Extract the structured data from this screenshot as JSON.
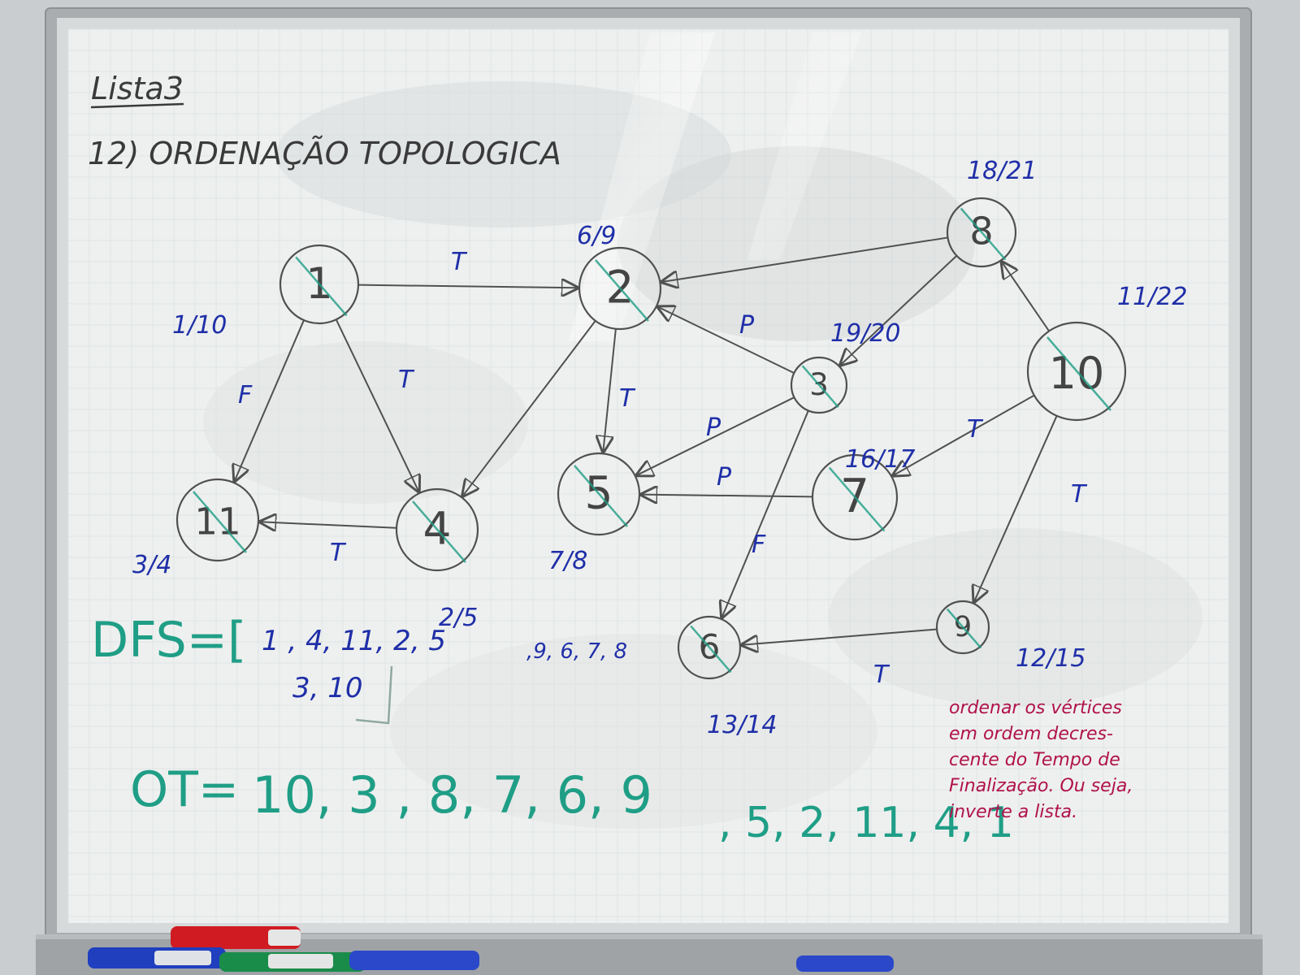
{
  "board": {
    "list_title": "Lista3",
    "heading": "12) ORDENAÇÃO TOPOLOGICA"
  },
  "colors": {
    "frame": "#a9adb0",
    "board": "#eef0ef",
    "graphite": "#505050",
    "blue_ink": "#1f2fa8",
    "teal_ink": "#1f9e86",
    "magenta_ink": "#b0124a"
  },
  "nodes": [
    {
      "id": "1",
      "label": "1",
      "times": "1/10"
    },
    {
      "id": "2",
      "label": "2",
      "times": "6/9"
    },
    {
      "id": "3",
      "label": "3",
      "times": "19/20"
    },
    {
      "id": "4",
      "label": "4",
      "times": "2/5"
    },
    {
      "id": "5",
      "label": "5",
      "times": "7/8"
    },
    {
      "id": "6",
      "label": "6",
      "times": "13/14"
    },
    {
      "id": "7",
      "label": "7",
      "times": "16/17"
    },
    {
      "id": "8",
      "label": "8",
      "times": "18/21"
    },
    {
      "id": "9",
      "label": "9",
      "times": "12/15"
    },
    {
      "id": "10",
      "label": "10",
      "times": "11/22"
    },
    {
      "id": "11",
      "label": "11",
      "times": "3/4"
    }
  ],
  "edges": [
    {
      "from": "1",
      "to": "2",
      "type": "T"
    },
    {
      "from": "1",
      "to": "11",
      "type": "F"
    },
    {
      "from": "1",
      "to": "4",
      "type": "T"
    },
    {
      "from": "4",
      "to": "11",
      "type": "T"
    },
    {
      "from": "2",
      "to": "4",
      "type": ""
    },
    {
      "from": "2",
      "to": "5",
      "type": "T"
    },
    {
      "from": "3",
      "to": "2",
      "type": "P"
    },
    {
      "from": "3",
      "to": "5",
      "type": "P"
    },
    {
      "from": "3",
      "to": "6",
      "type": "F"
    },
    {
      "from": "7",
      "to": "5",
      "type": "P"
    },
    {
      "from": "8",
      "to": "2",
      "type": ""
    },
    {
      "from": "8",
      "to": "3",
      "type": ""
    },
    {
      "from": "10",
      "to": "8",
      "type": ""
    },
    {
      "from": "10",
      "to": "7",
      "type": "T"
    },
    {
      "from": "10",
      "to": "9",
      "type": "T"
    },
    {
      "from": "9",
      "to": "6",
      "type": "T"
    }
  ],
  "dfs": {
    "prefix": "DFS=[",
    "line1": "1 , 4, 11, 2, 5",
    "line1_tail": ",9, 6, 7, 8",
    "line2": "3, 10"
  },
  "ot": {
    "prefix": "OT=",
    "line1": "10, 3 , 8, 7, 6, 9",
    "line1_tail": ", 5, 2, 11, 4, 1"
  },
  "note": {
    "lines": [
      "ordenar os vértices",
      "em ordem decres-",
      "cente do Tempo de",
      "Finalização. Ou seja,",
      "inverte a lista."
    ]
  }
}
